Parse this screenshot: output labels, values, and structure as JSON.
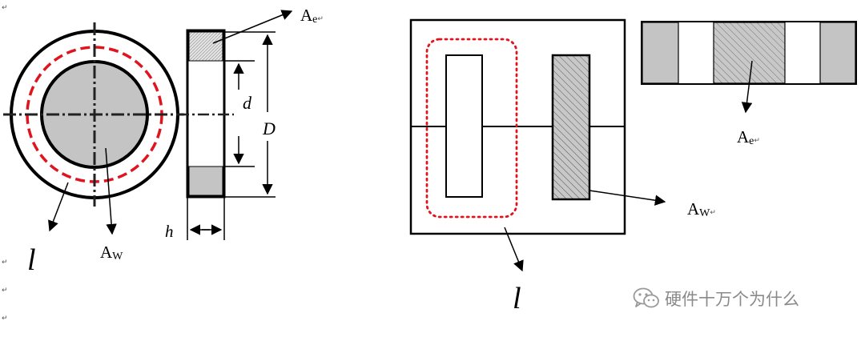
{
  "labels": {
    "ae_left": "A",
    "ae_left_sub": "e",
    "aw_left": "A",
    "aw_left_sub": "W",
    "l_left": "l",
    "d": "d",
    "D": "D",
    "h": "h",
    "ae_right": "A",
    "ae_right_sub": "e",
    "aw_right": "A",
    "aw_right_sub": "W",
    "l_right": "l"
  },
  "paragraph_mark": "↵",
  "watermark": {
    "icon": "wechat-icon",
    "text": "硬件十万个为什么"
  },
  "colors": {
    "line": "#000000",
    "red_path": "#e0141e",
    "shaded_fill": "#c4c4c4",
    "hatch_fill": "#c8c8c8"
  }
}
